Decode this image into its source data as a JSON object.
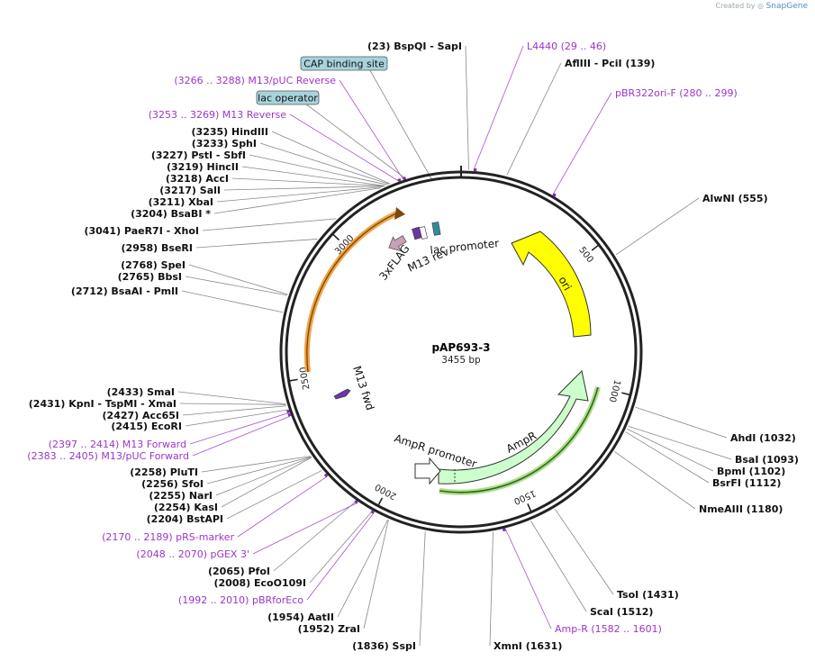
{
  "plasmid": {
    "name": "pAP693-3",
    "length_label": "3455 bp",
    "length": 3455
  },
  "credit": {
    "prefix": "Created by",
    "brand": "SnapGene"
  },
  "ticks": [
    "500",
    "1000",
    "1500",
    "2000",
    "2500",
    "3000"
  ],
  "enzymes": [
    {
      "id": "bspqi",
      "text": "(23)  BspQI  - SapI",
      "pos": 23
    },
    {
      "id": "afliii",
      "text": "AflIII  - PciI  (139)",
      "pos": 139
    },
    {
      "id": "alwni",
      "text": "AlwNI   (555)",
      "pos": 555
    },
    {
      "id": "ahdi",
      "text": "AhdI   (1032)",
      "pos": 1032
    },
    {
      "id": "bsai",
      "text": "BsaI   (1093)",
      "pos": 1093
    },
    {
      "id": "bpmi",
      "text": "BpmI   (1102)",
      "pos": 1102
    },
    {
      "id": "bsrfi",
      "text": "BsrFI   (1112)",
      "pos": 1112
    },
    {
      "id": "nmeaiii",
      "text": "NmeAIII   (1180)",
      "pos": 1180
    },
    {
      "id": "tsoi",
      "text": "TsoI   (1431)",
      "pos": 1431
    },
    {
      "id": "scai",
      "text": "ScaI   (1512)",
      "pos": 1512
    },
    {
      "id": "xmni",
      "text": "XmnI   (1631)",
      "pos": 1631
    },
    {
      "id": "sspi",
      "text": "(1836)  SspI",
      "pos": 1836
    },
    {
      "id": "zrai",
      "text": "(1952)  ZraI",
      "pos": 1952
    },
    {
      "id": "aatii",
      "text": "(1954)  AatII",
      "pos": 1954
    },
    {
      "id": "ecoo109i",
      "text": "(2008)  EcoO109I",
      "pos": 2008
    },
    {
      "id": "pfoi",
      "text": "(2065)  PfoI",
      "pos": 2065
    },
    {
      "id": "bstapi",
      "text": "(2204)  BstAPI",
      "pos": 2204
    },
    {
      "id": "kasi",
      "text": "(2254)  KasI",
      "pos": 2254
    },
    {
      "id": "nari",
      "text": "(2255)  NarI",
      "pos": 2255
    },
    {
      "id": "sfoi",
      "text": "(2256)  SfoI",
      "pos": 2256
    },
    {
      "id": "pluti",
      "text": "(2258)  PluTI",
      "pos": 2258
    },
    {
      "id": "ecori",
      "text": "(2415)  EcoRI",
      "pos": 2415
    },
    {
      "id": "acc65i",
      "text": "(2427)  Acc65I",
      "pos": 2427
    },
    {
      "id": "kpni",
      "text": "(2431)  KpnI  - TspMI  - XmaI",
      "pos": 2431
    },
    {
      "id": "smai",
      "text": "(2433)  SmaI",
      "pos": 2433
    },
    {
      "id": "pmli",
      "text": "(2712)  BsaAI  - PmlI",
      "pos": 2712
    },
    {
      "id": "bbsi",
      "text": "(2765)  BbsI",
      "pos": 2765
    },
    {
      "id": "spei",
      "text": "(2768)  SpeI",
      "pos": 2768
    },
    {
      "id": "bseri",
      "text": "(2958)  BseRI",
      "pos": 2958
    },
    {
      "id": "xhoi",
      "text": "(3041)  PaeR7I  - XhoI",
      "pos": 3041
    },
    {
      "id": "bsabi",
      "text": "(3204)  BsaBI *",
      "pos": 3204
    },
    {
      "id": "xbai",
      "text": "(3211)  XbaI",
      "pos": 3211
    },
    {
      "id": "sali",
      "text": "(3217)  SalI",
      "pos": 3217
    },
    {
      "id": "acci",
      "text": "(3218)  AccI",
      "pos": 3218
    },
    {
      "id": "hincii",
      "text": "(3219)  HincII",
      "pos": 3219
    },
    {
      "id": "psti",
      "text": "(3227)  PstI  - SbfI",
      "pos": 3227
    },
    {
      "id": "sphi",
      "text": "(3233)  SphI",
      "pos": 3233
    },
    {
      "id": "hindiii",
      "text": "(3235)  HindIII",
      "pos": 3235
    }
  ],
  "primers": [
    {
      "id": "l4440",
      "text": "L4440     (29 .. 46)",
      "pos": 38
    },
    {
      "id": "pbr322ori",
      "text": "pBR322ori-F     (280 .. 299)",
      "pos": 290
    },
    {
      "id": "amp-r",
      "text": "Amp-R     (1582 .. 1601)",
      "pos": 1592
    },
    {
      "id": "pbrforeco",
      "text": "(1992 .. 2010)  pBRforEco",
      "pos": 2001
    },
    {
      "id": "pgex3",
      "text": "(2048 .. 2070)  pGEX 3'",
      "pos": 2059
    },
    {
      "id": "prs-marker",
      "text": "(2170 .. 2189)  pRS-marker",
      "pos": 2180
    },
    {
      "id": "m13puc-fwd",
      "text": "(2383 .. 2405)  M13/pUC Forward",
      "pos": 2394
    },
    {
      "id": "m13-fwd",
      "text": "(2397 .. 2414)  M13 Forward",
      "pos": 2405
    },
    {
      "id": "m13-rev",
      "text": "(3253 .. 3269)  M13 Reverse",
      "pos": 3261
    },
    {
      "id": "m13puc-rev",
      "text": "(3266 .. 3288)  M13/pUC Reverse",
      "pos": 3277
    }
  ],
  "boxed": [
    {
      "id": "lac-operator",
      "text": "lac operator"
    },
    {
      "id": "cap-site",
      "text": "CAP binding site"
    }
  ],
  "features": {
    "ori": "ori",
    "ampr": "AmpR",
    "ampr_promoter": "AmpR promoter",
    "lac_promoter": "lac promoter",
    "m13_rev": "M13 rev",
    "m13_fwd": "M13 fwd",
    "flag": "3xFLAG"
  },
  "colors": {
    "ori": "#ffff00",
    "ampr": "#ccffcc",
    "primer": "#9d35c8",
    "box": "#a7d4dc",
    "orange": "#f2a545"
  }
}
